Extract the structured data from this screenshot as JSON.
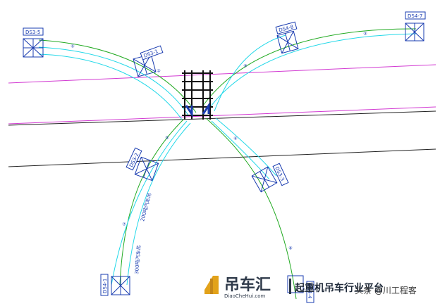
{
  "labels": {
    "ds3_5": "DS3-5",
    "ds3_1": "DS3-1",
    "ds4_8": "DS4-8",
    "ds4_7": "DS4-7",
    "ds3_2": "DS3-2",
    "ds3_3": "DS3-3",
    "ds4_1": "DS4-1",
    "ds4_4": "DS4-4"
  },
  "notes": {
    "path_upper": "200吨汽车吊",
    "path_lower": "300吨汽车吊"
  },
  "markers": {
    "m1": "①",
    "m2": "②",
    "m3": "③",
    "m4": "④",
    "m5": "⑤",
    "m6": "⑥",
    "m7": "⑦",
    "m8": "⑧"
  },
  "watermark": {
    "brand_cn": "吊车汇",
    "brand_en": "DiaoCheHui.com",
    "site": "起重机吊车行业平台",
    "author": "头条 @川工程客"
  },
  "colors": {
    "green": "#22aa22",
    "cyan": "#22d8e8",
    "magenta": "#d23ad2",
    "black": "#222222",
    "blue": "#1a3cb0"
  }
}
